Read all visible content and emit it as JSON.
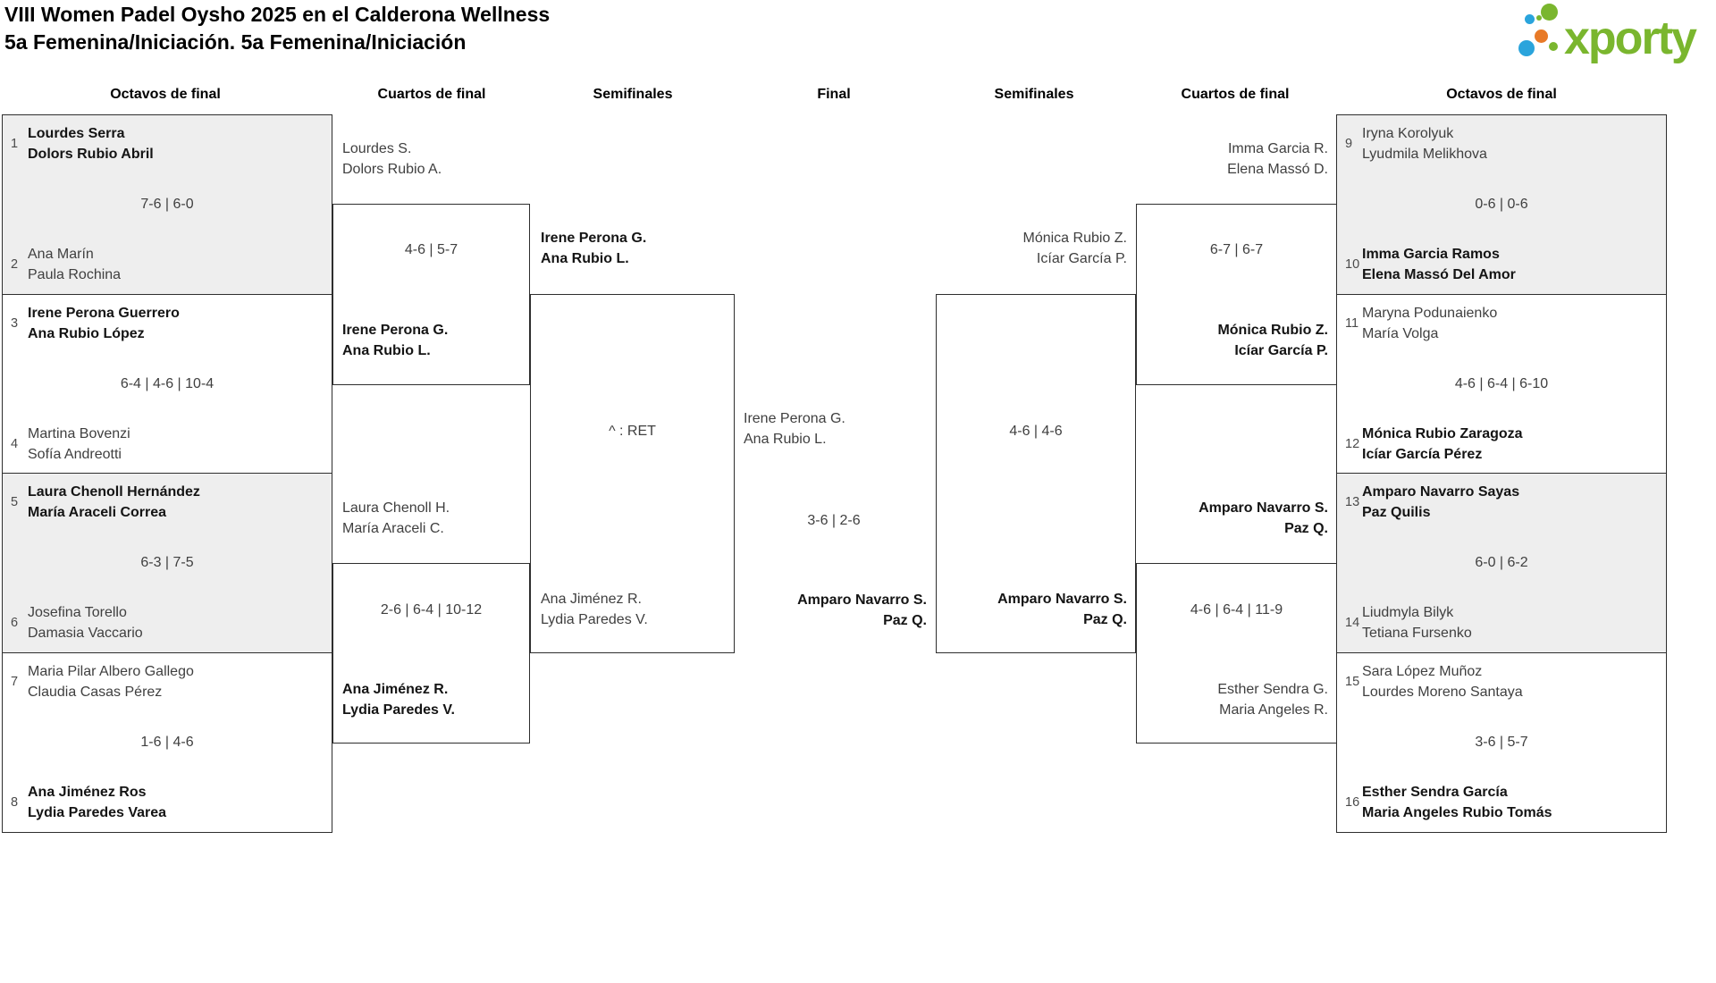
{
  "header": {
    "line1": "VIII Women Padel Oysho 2025 en el Calderona Wellness",
    "line2": "5a Femenina/Iniciación. 5a Femenina/Iniciación"
  },
  "logo": {
    "text": "xporty"
  },
  "colors": {
    "accent_green": "#7ab62e",
    "accent_blue": "#2aa4dc",
    "accent_orange": "#e87a28",
    "match_fill": "#eeeeee",
    "bracket_line": "#2e2e2e",
    "winner_text": "#141414",
    "loser_text": "#3f3f3f"
  },
  "columns": [
    "Octavos de final",
    "Cuartos de final",
    "Semifinales",
    "Final",
    "Semifinales",
    "Cuartos de final",
    "Octavos de final"
  ],
  "matches": {
    "ol": [
      {
        "seed_a": "1",
        "a1": "Lourdes Serra",
        "a2": "Dolors Rubio Abril",
        "score": "7-6 | 6-0",
        "seed_b": "2",
        "b1": "Ana Marín",
        "b2": "Paula Rochina"
      },
      {
        "seed_a": "3",
        "a1": "Irene Perona Guerrero",
        "a2": "Ana Rubio López",
        "score": "6-4 | 4-6 | 10-4",
        "seed_b": "4",
        "b1": "Martina Bovenzi",
        "b2": "Sofía Andreotti"
      },
      {
        "seed_a": "5",
        "a1": "Laura Chenoll Hernández",
        "a2": "María Araceli Correa",
        "score": "6-3 | 7-5",
        "seed_b": "6",
        "b1": "Josefina Torello",
        "b2": "Damasia Vaccario"
      },
      {
        "seed_a": "7",
        "a1": "Maria Pilar Albero Gallego",
        "a2": "Claudia Casas Pérez",
        "score": "1-6 | 4-6",
        "seed_b": "8",
        "b1": "Ana Jiménez Ros",
        "b2": "Lydia Paredes Varea"
      }
    ],
    "or": [
      {
        "seed_a": "9",
        "a1": "Iryna Korolyuk",
        "a2": "Lyudmila Melikhova",
        "score": "0-6 | 0-6",
        "seed_b": "10",
        "b1": "Imma Garcia Ramos",
        "b2": "Elena Massó Del Amor"
      },
      {
        "seed_a": "11",
        "a1": "Maryna Podunaienko",
        "a2": "María Volga",
        "score": "4-6 | 6-4 | 6-10",
        "seed_b": "12",
        "b1": "Mónica Rubio Zaragoza",
        "b2": "Icíar García Pérez"
      },
      {
        "seed_a": "13",
        "a1": "Amparo Navarro Sayas",
        "a2": "Paz Quilis",
        "score": "6-0 | 6-2",
        "seed_b": "14",
        "b1": "Liudmyla Bilyk",
        "b2": "Tetiana Fursenko"
      },
      {
        "seed_a": "15",
        "a1": "Sara López Muñoz",
        "a2": "Lourdes Moreno Santaya",
        "score": "3-6 | 5-7",
        "seed_b": "16",
        "b1": "Esther Sendra García",
        "b2": "Maria Angeles Rubio Tomás"
      }
    ],
    "ql": [
      {
        "a1": "Lourdes S.",
        "a2": "Dolors Rubio A.",
        "score": "4-6 | 5-7",
        "b1": "Irene Perona G.",
        "b2": "Ana Rubio L."
      },
      {
        "a1": "Laura Chenoll H.",
        "a2": "María Araceli C.",
        "score": "2-6 | 6-4 | 10-12",
        "b1": "Ana Jiménez R.",
        "b2": "Lydia Paredes V."
      }
    ],
    "qr": [
      {
        "a1": "Imma Garcia R.",
        "a2": "Elena Massó D.",
        "score": "6-7 | 6-7",
        "b1": "Mónica Rubio Z.",
        "b2": "Icíar García P."
      },
      {
        "a1": "Amparo Navarro S.",
        "a2": "Paz Q.",
        "score": "4-6 | 6-4 | 11-9",
        "b1": "Esther Sendra G.",
        "b2": "Maria Angeles R."
      }
    ],
    "sl": {
      "a1": "Irene Perona G.",
      "a2": "Ana Rubio L.",
      "note": "^ : RET",
      "b1": "Ana Jiménez R.",
      "b2": "Lydia Paredes V."
    },
    "sr": {
      "a1": "Mónica Rubio Z.",
      "a2": "Icíar García P.",
      "score": "4-6 | 4-6",
      "b1": "Amparo Navarro S.",
      "b2": "Paz Q."
    },
    "final": {
      "a1": "Irene Perona G.",
      "a2": "Ana Rubio L.",
      "score": "3-6 | 2-6",
      "b1": "Amparo Navarro S.",
      "b2": "Paz Q."
    }
  }
}
